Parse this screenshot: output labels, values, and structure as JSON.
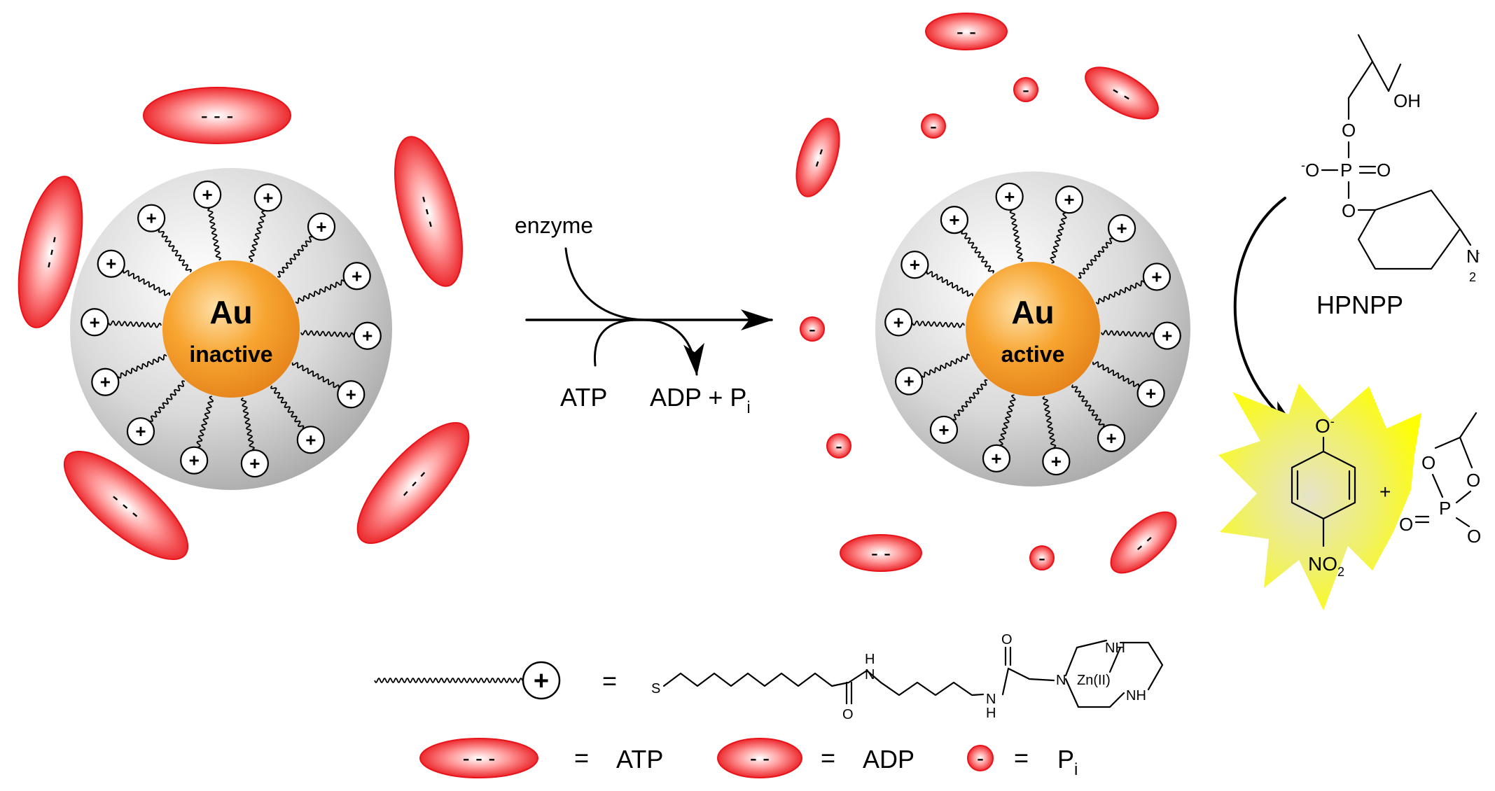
{
  "colors": {
    "accent": "#e8141a",
    "gold": "#f39a1f",
    "shell": "#c8c8c8",
    "glow": "#ffff00"
  },
  "np_left": {
    "core_label": "Au",
    "state_label": "inactive"
  },
  "np_right": {
    "core_label": "Au",
    "state_label": "active"
  },
  "reaction": {
    "catalyst_label": "enzyme",
    "reactant_label": "ATP",
    "product_label": "ADP + P",
    "product_subscript": "i"
  },
  "charges": {
    "plus": "+",
    "minus": "-",
    "atp_mark": "-   -   -",
    "adp_mark": "- -"
  },
  "substrate": {
    "name": "HPNPP",
    "atom_o": "O",
    "atom_p": "P",
    "atom_n": "N",
    "oh_label": "OH",
    "o_minus_label": "O",
    "sub2": "2"
  },
  "products": {
    "phenolate_o": "O",
    "no2_label": "NO",
    "no2_sub": "2",
    "plus_sign": "+",
    "atom_o": "O",
    "atom_p": "P"
  },
  "legend": {
    "equals": "=",
    "atp_label": "ATP",
    "adp_label": "ADP",
    "pi_label": "P",
    "pi_subscript": "i",
    "ligand": {
      "s_label": "S",
      "nh_h": "H",
      "n_label": "N",
      "o_label": "O",
      "zn_label": "Zn(II)",
      "nh_label": "NH"
    }
  }
}
